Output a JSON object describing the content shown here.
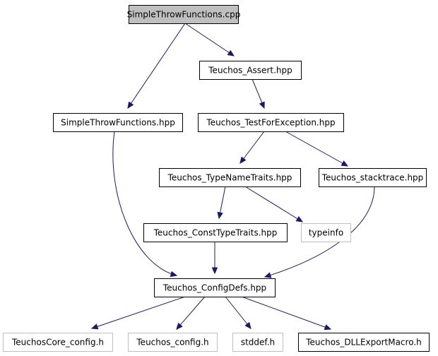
{
  "colors": {
    "edge": "#191970",
    "node_fill": "#ffffff",
    "node_border": "#000000",
    "node_text": "#000000",
    "root_fill": "#bfbfbf",
    "external_border": "#bfbfbf",
    "external_text": "#8c8c8c"
  },
  "nodes": {
    "simple_throw_cpp": {
      "label": "SimpleThrowFunctions.cpp",
      "kind": "root"
    },
    "teuchos_assert": {
      "label": "Teuchos_Assert.hpp",
      "kind": "internal"
    },
    "simple_throw_hpp": {
      "label": "SimpleThrowFunctions.hpp",
      "kind": "internal"
    },
    "test_for_exception": {
      "label": "Teuchos_TestForException.hpp",
      "kind": "internal"
    },
    "type_name_traits": {
      "label": "Teuchos_TypeNameTraits.hpp",
      "kind": "internal"
    },
    "stacktrace": {
      "label": "Teuchos_stacktrace.hpp",
      "kind": "internal"
    },
    "const_type_traits": {
      "label": "Teuchos_ConstTypeTraits.hpp",
      "kind": "internal"
    },
    "typeinfo": {
      "label": "typeinfo",
      "kind": "external"
    },
    "config_defs": {
      "label": "Teuchos_ConfigDefs.hpp",
      "kind": "internal"
    },
    "core_config": {
      "label": "TeuchosCore_config.h",
      "kind": "external"
    },
    "teuchos_config": {
      "label": "Teuchos_config.h",
      "kind": "external"
    },
    "stddef": {
      "label": "stddef.h",
      "kind": "external"
    },
    "dll_export": {
      "label": "Teuchos_DLLExportMacro.h",
      "kind": "internal"
    }
  },
  "edges": [
    {
      "from": "simple_throw_cpp",
      "to": "teuchos_assert"
    },
    {
      "from": "simple_throw_cpp",
      "to": "simple_throw_hpp"
    },
    {
      "from": "teuchos_assert",
      "to": "test_for_exception"
    },
    {
      "from": "simple_throw_hpp",
      "to": "config_defs"
    },
    {
      "from": "test_for_exception",
      "to": "type_name_traits"
    },
    {
      "from": "test_for_exception",
      "to": "stacktrace"
    },
    {
      "from": "type_name_traits",
      "to": "const_type_traits"
    },
    {
      "from": "type_name_traits",
      "to": "typeinfo"
    },
    {
      "from": "stacktrace",
      "to": "config_defs"
    },
    {
      "from": "const_type_traits",
      "to": "config_defs"
    },
    {
      "from": "config_defs",
      "to": "core_config"
    },
    {
      "from": "config_defs",
      "to": "teuchos_config"
    },
    {
      "from": "config_defs",
      "to": "stddef"
    },
    {
      "from": "config_defs",
      "to": "dll_export"
    }
  ]
}
